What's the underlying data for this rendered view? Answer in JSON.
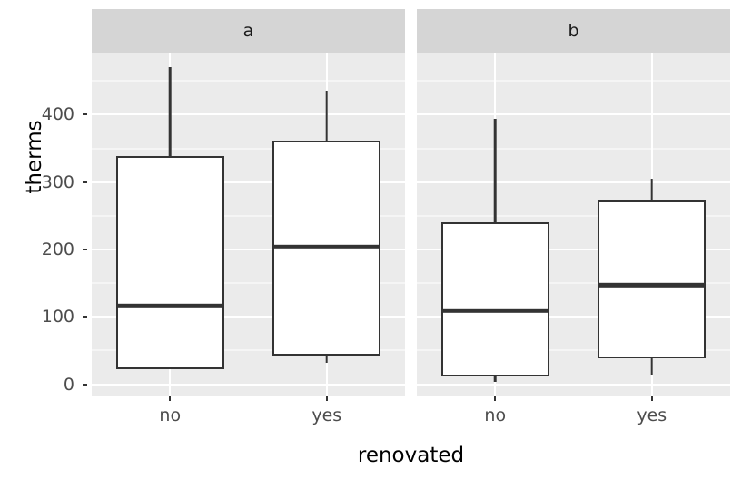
{
  "chart_data": {
    "type": "box",
    "title": "",
    "xlabel": "renovated",
    "ylabel": "therms",
    "ylim": [
      -18,
      492
    ],
    "yticks": [
      0,
      100,
      200,
      300,
      400
    ],
    "ytick_labels": [
      "0",
      "100",
      "200",
      "300",
      "400"
    ],
    "yminor": [
      50,
      150,
      250,
      350,
      450
    ],
    "grid": true,
    "legend": "none",
    "facet_variable": "",
    "facets": [
      {
        "label": "a",
        "categories": [
          "no",
          "yes"
        ],
        "boxes": [
          {
            "category": "no",
            "whisker_low": 22,
            "q1": 22,
            "median": 117,
            "q3": 339,
            "whisker_high": 470
          },
          {
            "category": "yes",
            "whisker_low": 32,
            "q1": 42,
            "median": 204,
            "q3": 361,
            "whisker_high": 435
          }
        ]
      },
      {
        "label": "b",
        "categories": [
          "no",
          "yes"
        ],
        "boxes": [
          {
            "category": "no",
            "whisker_low": 3,
            "q1": 12,
            "median": 109,
            "q3": 241,
            "whisker_high": 394
          },
          {
            "category": "yes",
            "whisker_low": 14,
            "q1": 38,
            "median": 147,
            "q3": 273,
            "whisker_high": 305
          }
        ]
      }
    ],
    "colors": {
      "panel_background": "#EBEBEB",
      "strip_background": "#D5D5D5",
      "gridline": "#FFFFFF",
      "box_line": "#333333",
      "box_fill": "#FFFFFF",
      "axis_text": "#4D4D4D",
      "axis_title": "#000000",
      "plot_background": "#FFFFFF"
    }
  }
}
